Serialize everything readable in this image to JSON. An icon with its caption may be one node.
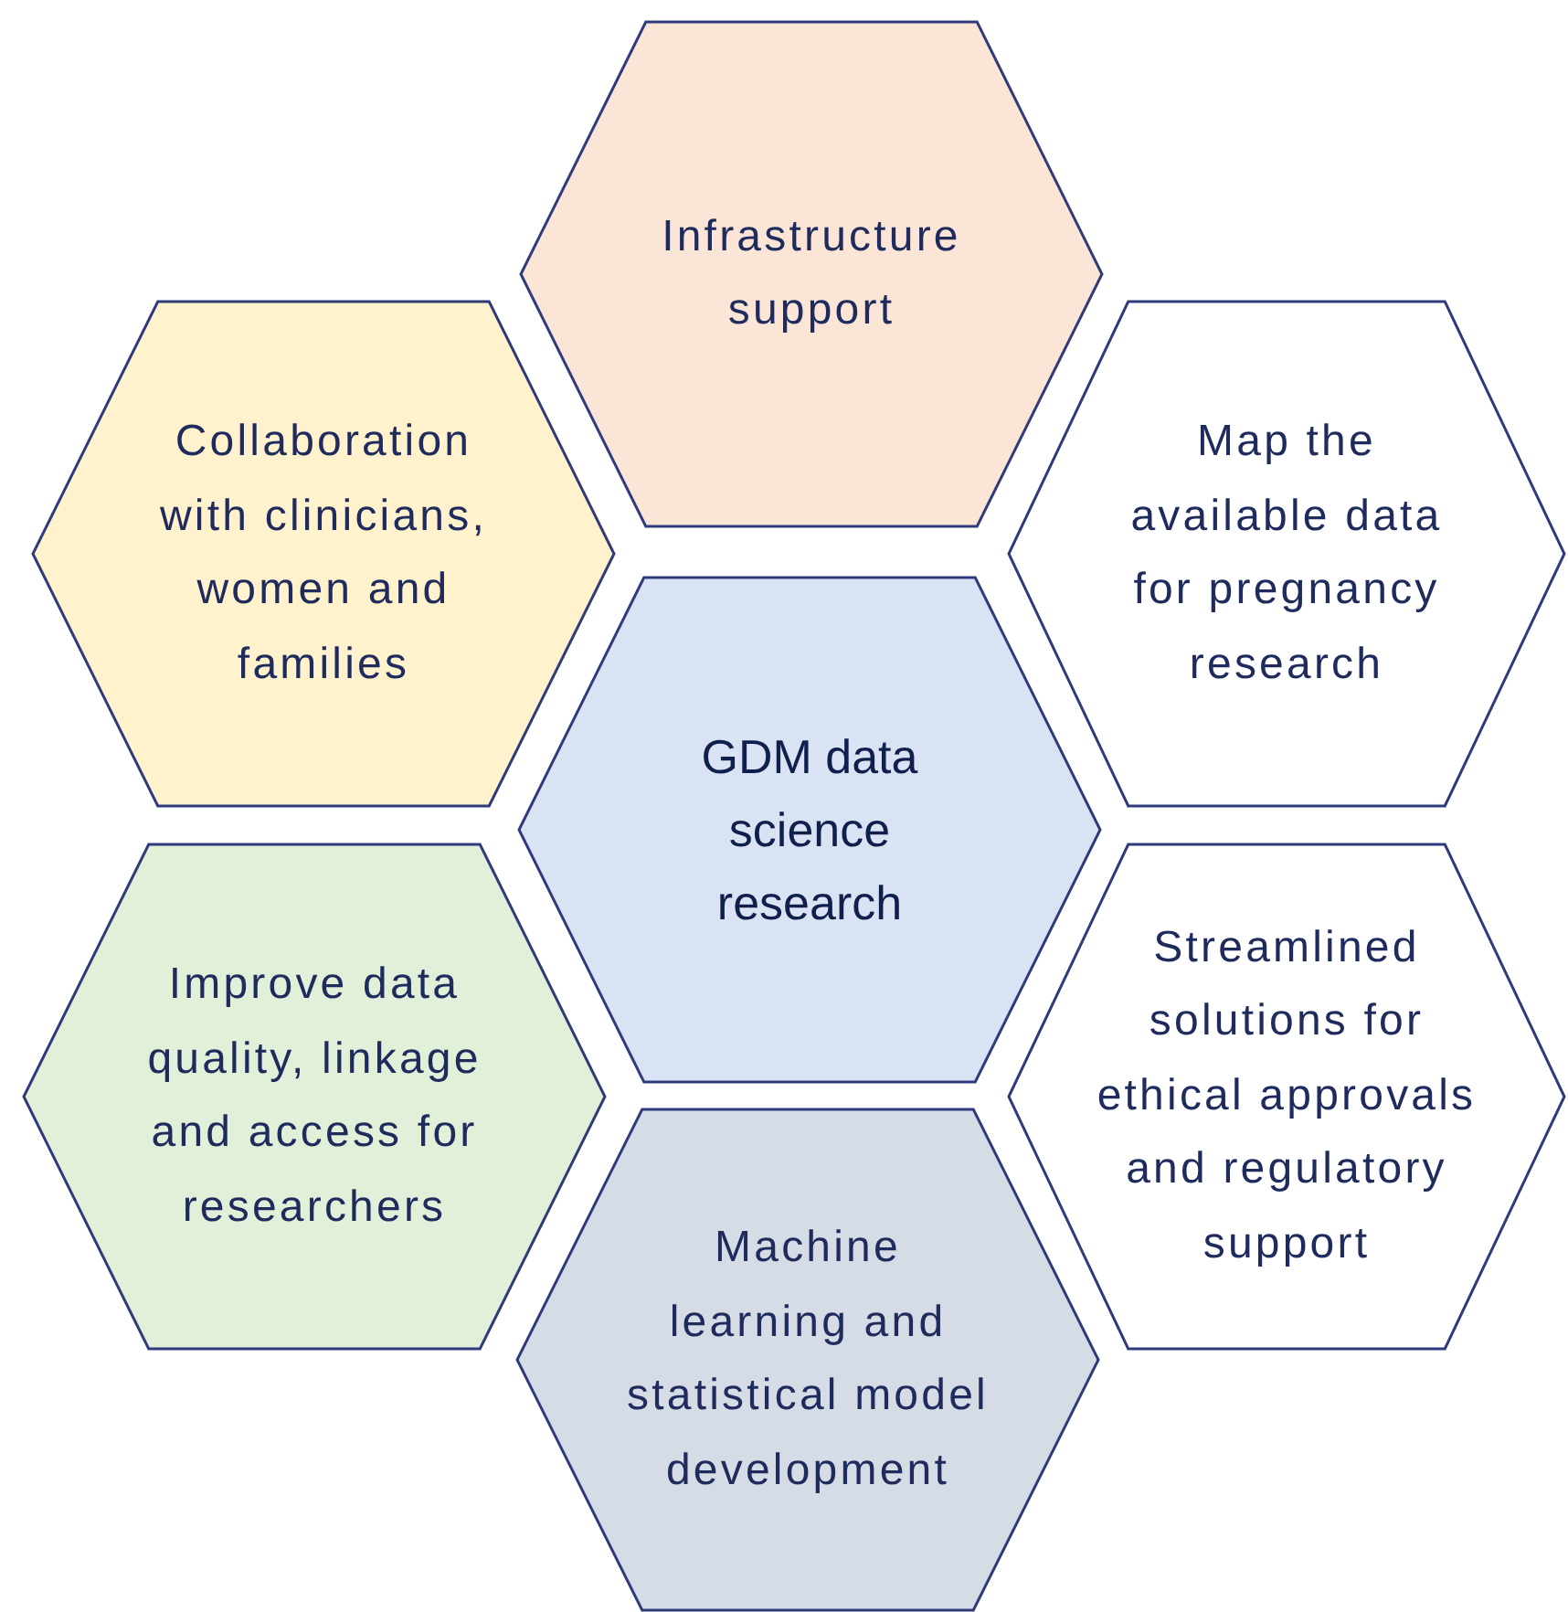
{
  "diagram": {
    "nodes": [
      {
        "text": [
          "Infrastructure support"
        ]
      },
      {
        "text": [
          "Collaboration with clinicians, women and families"
        ]
      },
      {
        "text": [
          "Map the available data for pregnancy research"
        ]
      },
      {
        "text": [
          "GDM data science research"
        ]
      },
      {
        "text": [
          "Improve data quality, linkage and access for researchers"
        ]
      },
      {
        "text": [
          "Streamlined solutions for ethical approvals and regulatory support"
        ]
      },
      {
        "text": [
          "Machine learning and statistical model development"
        ]
      }
    ]
  }
}
